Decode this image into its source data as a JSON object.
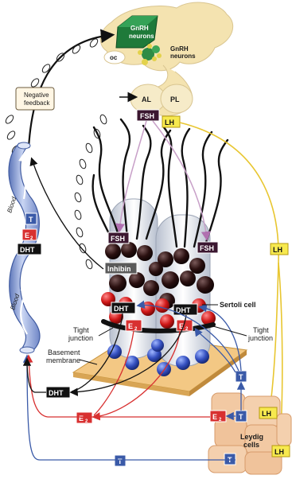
{
  "labels": {
    "gnrh_neurons_a": "GnRH",
    "gnrh_neurons_a2": "neurons",
    "gnrh_neurons_b": "GnRH",
    "gnrh_neurons_b2": "neurons",
    "oc": "oc",
    "al": "AL",
    "pl": "PL",
    "negative_feedback_1": "Negative",
    "negative_feedback_2": "feedback",
    "blood_top": "Blood",
    "blood_bottom": "Blood",
    "sertoli_cell": "Sertoli cell",
    "tight_junction_left_1": "Tight",
    "tight_junction_left_2": "junction",
    "tight_junction_right_1": "Tight",
    "tight_junction_right_2": "junction",
    "basement_membrane_1": "Basement",
    "basement_membrane_2": "membrane",
    "leydig_cells_1": "Leydig",
    "leydig_cells_2": "cells"
  },
  "hormones": {
    "fsh": "FSH",
    "lh": "LH",
    "inhibin": "Inhibin",
    "dht": "DHT",
    "t": "T",
    "e": "E",
    "e_sub": "2"
  },
  "colors": {
    "lh_line": "#e8c630",
    "fsh_line": "#c8a0c8",
    "blue_arrow": "#3a5aa8",
    "red_arrow": "#d83030",
    "black_arrow": "#111111",
    "vessel": "#8fa7db",
    "sertoli_base": "#cfd6e3",
    "leydig": "#f2c9a3",
    "brain": "#f4e3b0",
    "gnrh_green": "#1f7a3a"
  }
}
